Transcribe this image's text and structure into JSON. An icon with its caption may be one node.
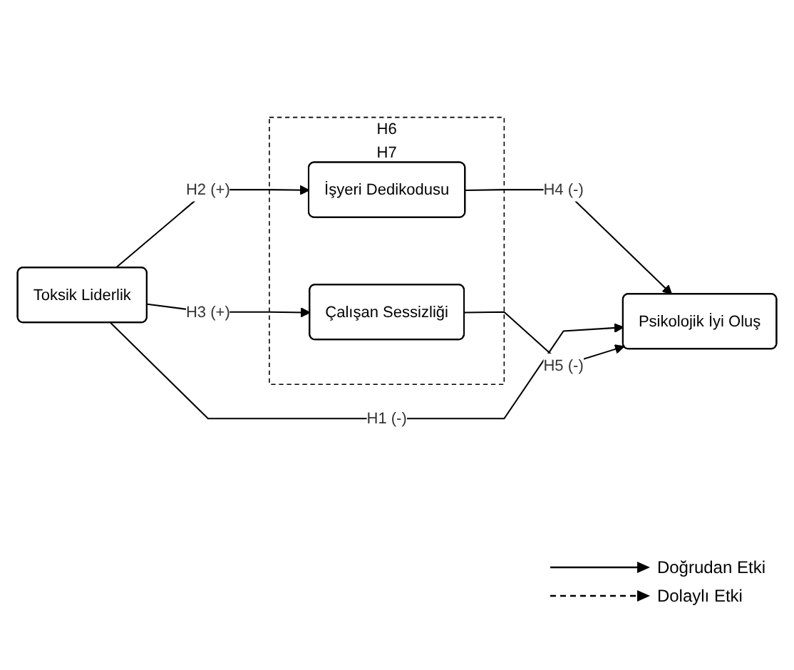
{
  "diagram": {
    "nodes": [
      {
        "text": [
          "H6",
          "H7"
        ]
      },
      {
        "text": [
          "İşyeri Dedikodusu"
        ],
        "in": 0
      },
      {
        "text": [
          "Toksik Liderlik"
        ]
      },
      {
        "text": [
          "Psikolojik İyi Oluş"
        ]
      },
      {
        "text": [
          "Çalışan Sessizliği"
        ],
        "in": 0
      }
    ],
    "edges": [
      {
        "from": 2,
        "to": 1,
        "arrow": "to",
        "label": "H2 (+)"
      },
      {
        "from": 1,
        "to": 3,
        "arrow": "to",
        "label": "H4 (-)"
      },
      {
        "from": 2,
        "to": 3,
        "arrow": "to",
        "label": "H1 (-)"
      },
      {
        "from": 2,
        "to": 4,
        "arrow": "to",
        "label": "H3 (+)"
      },
      {
        "from": 4,
        "to": 3,
        "arrow": "to",
        "label": "H5 (-)"
      }
    ],
    "legend": [
      {
        "text": "Doğrudan Etki"
      },
      {
        "text": "Dolaylı Etki"
      }
    ]
  }
}
